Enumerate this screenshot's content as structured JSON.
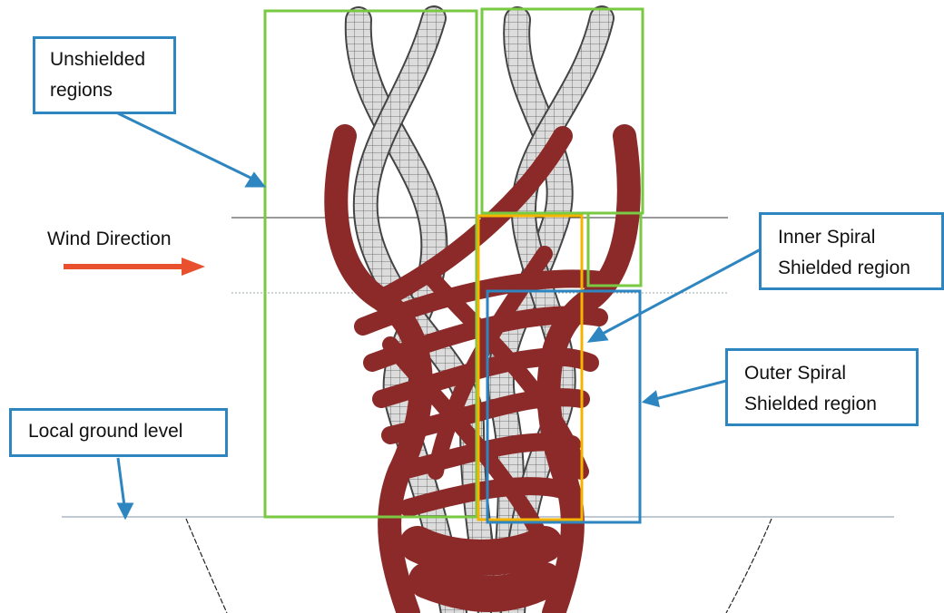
{
  "labels": {
    "unshielded": [
      "Unshielded",
      "regions"
    ],
    "wind": "Wind Direction",
    "inner": [
      "Inner Spiral",
      "Shielded region"
    ],
    "outer": [
      "Outer Spiral",
      "Shielded region"
    ],
    "ground": "Local ground level"
  },
  "colors": {
    "callout_border": "#2e86c1",
    "green_box": "#7ac943",
    "yellow_box": "#f4b400",
    "blue_box": "#2e86c1",
    "wind_arrow": "#e8502e",
    "outer_spiral": "#8b2a28",
    "inner_spiral": "#d9d9d9"
  }
}
